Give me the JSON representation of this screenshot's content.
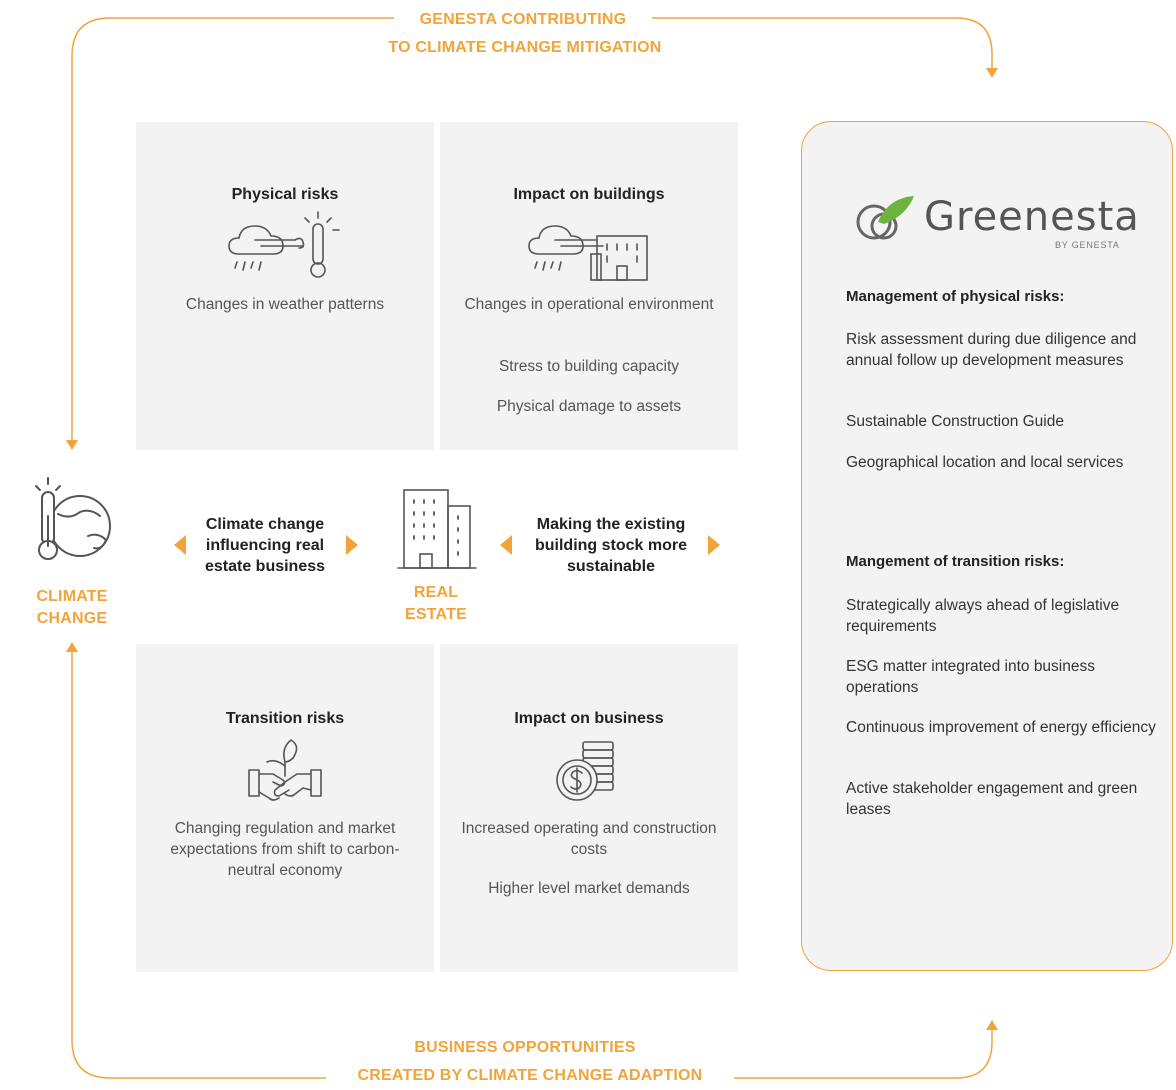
{
  "top_title": {
    "line1": "GENESTA CONTRIBUTING",
    "line2": "TO CLIMATE CHANGE MITIGATION"
  },
  "bottom_title": {
    "line1": "BUSINESS OPPORTUNITIES",
    "line2": "CREATED BY CLIMATE CHANGE ADAPTION"
  },
  "climate_change": {
    "label_line1": "CLIMATE",
    "label_line2": "CHANGE"
  },
  "real_estate": {
    "label_line1": "REAL",
    "label_line2": "ESTATE"
  },
  "left_arrow_label": {
    "line1": "Climate change",
    "line2": "influencing real",
    "line3": "estate business"
  },
  "right_arrow_label": {
    "line1": "Making the existing",
    "line2": "building stock more",
    "line3": "sustainable"
  },
  "quadrants": {
    "physical_risks": {
      "title": "Physical risks",
      "text1": "Changes in weather patterns"
    },
    "impact_buildings": {
      "title": "Impact on buildings",
      "text1": "Changes in operational environment",
      "text2": "Stress to building capacity",
      "text3": "Physical damage to assets"
    },
    "transition_risks": {
      "title": "Transition risks",
      "text1": "Changing regulation and market expectations from shift to carbon-neutral economy"
    },
    "impact_business": {
      "title": "Impact on business",
      "text1": "Increased operating and construction costs",
      "text2": "Higher level market demands"
    }
  },
  "panel": {
    "logo_name": "Greenesta",
    "logo_sub": "BY GENESTA",
    "physical_heading": "Management of physical risks:",
    "physical_items": [
      "Risk assessment during due diligence and annual follow up development measures",
      "Sustainable Construction Guide",
      "Geographical location and local services"
    ],
    "transition_heading": "Mangement of transition risks:",
    "transition_items": [
      "Strategically always ahead of legislative requirements",
      "ESG matter integrated into business operations",
      "Continuous improvement of energy efficiency",
      "Active stakeholder engagement and green leases"
    ]
  },
  "colors": {
    "accent": "#f2a33a",
    "quadrant_bg": "#f3f3f3",
    "leaf_green": "#6db33f"
  }
}
